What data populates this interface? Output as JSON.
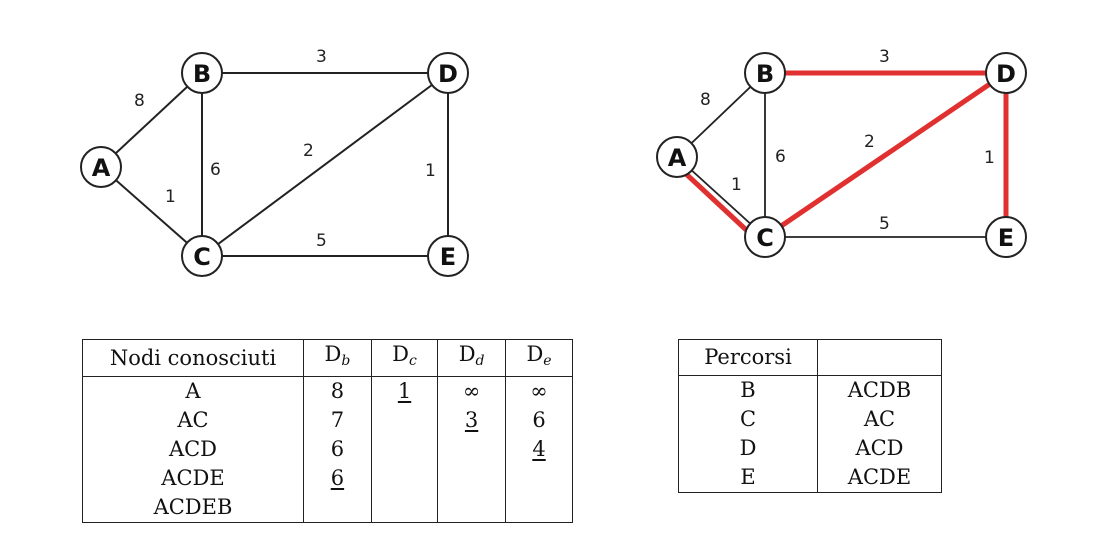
{
  "graph_left": {
    "nodes": [
      "A",
      "B",
      "C",
      "D",
      "E"
    ],
    "edges": [
      {
        "from": "A",
        "to": "B",
        "weight": "8"
      },
      {
        "from": "A",
        "to": "C",
        "weight": "1"
      },
      {
        "from": "B",
        "to": "C",
        "weight": "6"
      },
      {
        "from": "B",
        "to": "D",
        "weight": "3"
      },
      {
        "from": "C",
        "to": "D",
        "weight": "2"
      },
      {
        "from": "C",
        "to": "E",
        "weight": "5"
      },
      {
        "from": "D",
        "to": "E",
        "weight": "1"
      }
    ]
  },
  "graph_right": {
    "highlight_color": "#e03030",
    "highlighted_edges": [
      "A-C",
      "B-D",
      "C-D",
      "D-E"
    ]
  },
  "distance_table": {
    "header": {
      "col1": "Nodi conosciuti",
      "d": "D",
      "b": "b",
      "c": "c",
      "dd": "d",
      "e": "e"
    },
    "rows": [
      {
        "nodes": "A",
        "db": "8",
        "dc": "1",
        "dd": "∞",
        "de": "∞"
      },
      {
        "nodes": "AC",
        "db": "7",
        "dc": "",
        "dd": "3",
        "de": "6"
      },
      {
        "nodes": "ACD",
        "db": "6",
        "dc": "",
        "dd": "",
        "de": "4"
      },
      {
        "nodes": "ACDE",
        "db": "6",
        "dc": "",
        "dd": "",
        "de": ""
      },
      {
        "nodes": "ACDEB",
        "db": "",
        "dc": "",
        "dd": "",
        "de": ""
      }
    ]
  },
  "paths_table": {
    "header": "Percorsi",
    "rows": [
      {
        "node": "B",
        "path": "ACDB"
      },
      {
        "node": "C",
        "path": "AC"
      },
      {
        "node": "D",
        "path": "ACD"
      },
      {
        "node": "E",
        "path": "ACDE"
      }
    ]
  }
}
